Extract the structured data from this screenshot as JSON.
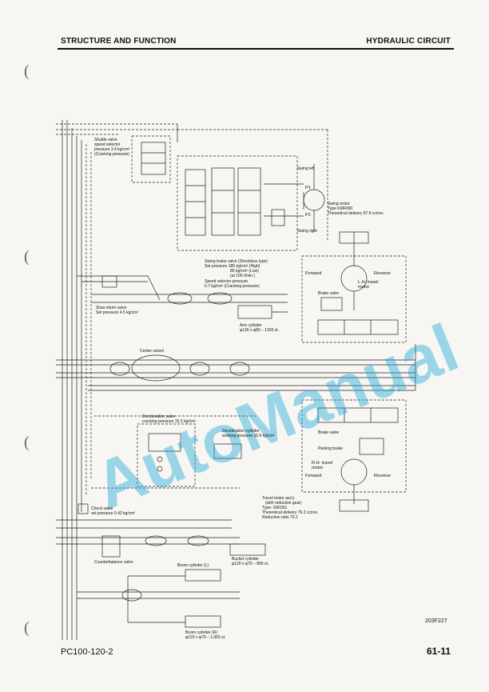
{
  "header": {
    "left": "STRUCTURE AND FUNCTION",
    "right": "HYDRAULIC CIRCUIT"
  },
  "footer": {
    "model": "PC100-120-2",
    "page": "61-11"
  },
  "drawing_number": "203F227",
  "watermark": "AutoManual",
  "labels": {
    "shuttle_valve": "Shuttle valve",
    "shuttle_sub1": "speed selector",
    "shuttle_sub2": "pressure 3.4 kg/cm²",
    "shuttle_sub3": "(Cracking pressure)",
    "swing_left": "Swing left",
    "swing_right": "Swing right",
    "p1": "P1",
    "p2": "P2",
    "swing_motor": "Swing motor",
    "swing_motor_type": "Type KMF090",
    "swing_motor_delivery": "Theoretical delivery 87.8 cc/rev.",
    "swing_brake": "Swing brake valve (Shockless type)",
    "swing_brake_set": "Set pressure 185 kg/cm² (High)",
    "swing_brake_low": "85 kg/cm² (Low)",
    "swing_brake_at": "(at 100 ℓ/min.)",
    "speed_selector": "Speed selector pressure",
    "speed_selector_val": "6.7 kg/cm² (Cracking pressure)",
    "slow_return": "Slow return valve",
    "slow_return_set": "Set pressure 4.5 kg/cm²",
    "arm_cylinder": "Arm cylinder",
    "arm_cylinder_dim": "φ130 x φ80 – 1200 st.",
    "center_swivel": "Center swivel",
    "forward": "Forward",
    "reverse": "Reverse",
    "lh_travel": "L.H. travel",
    "lh_travel2": "motor",
    "brake_valve": "Brake valve",
    "decel_valve": "Deceleration valve",
    "decel_valve_val": "cracking pressure 15.3 kg/cm²",
    "decel_cyl": "Deceleration cylinder",
    "decel_cyl_val": "working pressure 10.9 kg/cm²",
    "parking_brake": "Parking brake",
    "rh_travel": "R.H. travel",
    "rh_travel2": "motor",
    "travel_motor": "Travel motor ass'y",
    "travel_motor_sub": "(with reduction gear)",
    "travel_motor_type": "Type: GM15G",
    "travel_motor_delivery": "Theoretical delivery 76.2 cc/rev.",
    "travel_motor_ratio": "Reduction ratio 70.2",
    "check_valve": "Check valve",
    "check_valve_set": "set pressure 0.42 kg/cm²",
    "counterbalance": "Counterbalance valve",
    "bucket_cylinder": "Bucket cylinder",
    "bucket_cylinder_dim": "φ120 x φ70 – 890 st.",
    "boom_cyl_l": "Boom cylinder (L)",
    "boom_cyl_r": "Boom cylinder (R)",
    "boom_cyl_r_dim": "φ120 x φ70 – 1,065 st."
  }
}
